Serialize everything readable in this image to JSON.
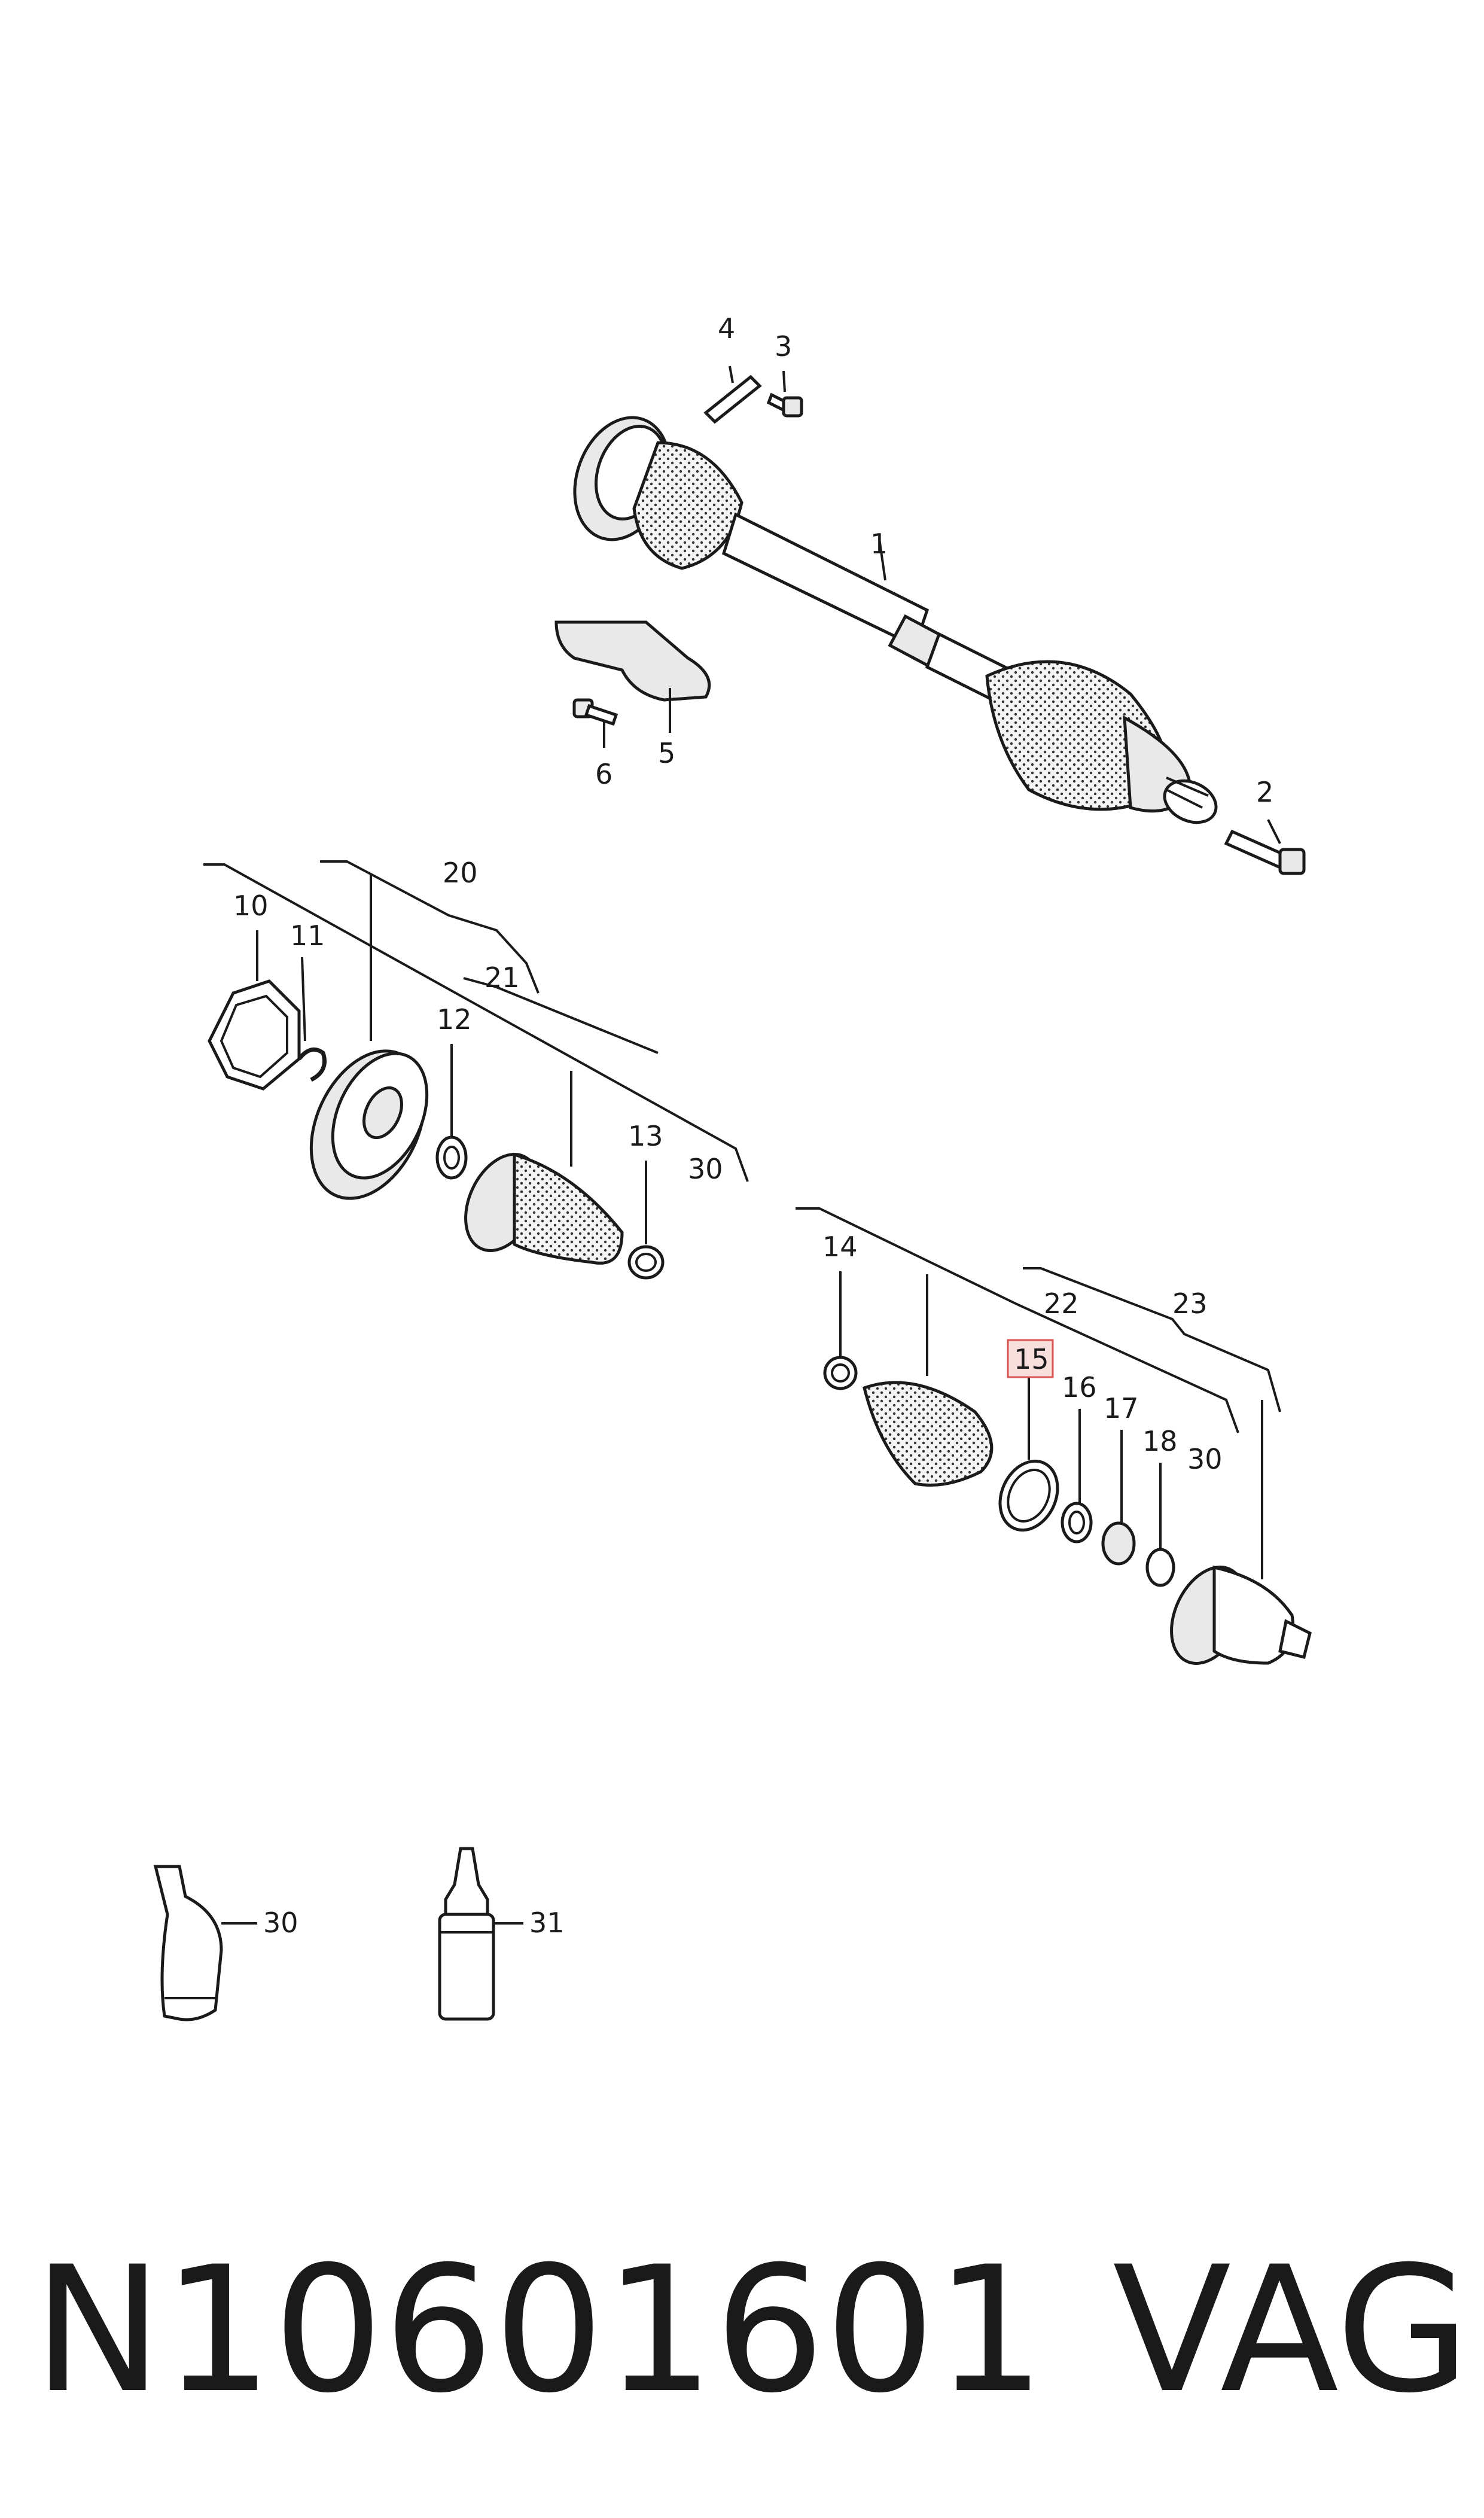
{
  "callouts": {
    "c1": "1",
    "c2": "2",
    "c3": "3",
    "c4": "4",
    "c5": "5",
    "c6": "6",
    "c10": "10",
    "c11": "11",
    "c12": "12",
    "c13": "13",
    "c14": "14",
    "c15": "15",
    "c16": "16",
    "c17": "17",
    "c18": "18",
    "c20": "20",
    "c21": "21",
    "c22": "22",
    "c23": "23",
    "c30a": "30",
    "c30b": "30",
    "c30c": "30",
    "c31": "31"
  },
  "highlighted_callout": "15",
  "highlight_color": "#d9534f",
  "footer": {
    "part_number": "N10601601",
    "brand": "VAG"
  }
}
